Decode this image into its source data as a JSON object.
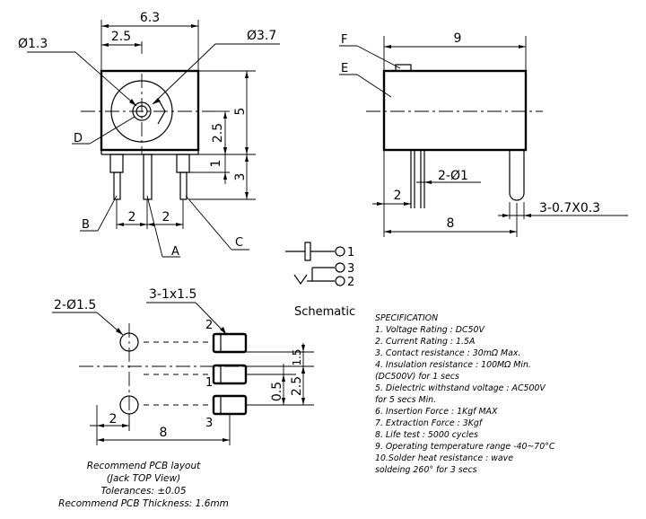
{
  "front_view": {
    "width": "6.3",
    "offset": "2.5",
    "hole_dia": "Ø1.3",
    "outer_dia": "Ø3.7",
    "height": "5",
    "pin_height": "2.5",
    "step": "1",
    "leg_length": "3",
    "pitch_left": "2",
    "pitch_right": "2",
    "label_d": "D",
    "label_b": "B",
    "label_a": "A",
    "label_c": "C"
  },
  "side_view": {
    "length": "9",
    "hole_spec": "2-Ø1",
    "offset": "2",
    "pin_spacing": "8",
    "pin_size": "3-0.7X0.3",
    "label_f": "F",
    "label_e": "E"
  },
  "schematic": {
    "title": "Schematic",
    "pin1": "1",
    "pin2": "2",
    "pin3": "3"
  },
  "pcb": {
    "hole_spec": "2-Ø1.5",
    "pad_spec": "3-1x1.5",
    "pad_label_2": "2",
    "pad_label_1": "1",
    "pad_label_3": "3",
    "dim_1_5": "1.5",
    "dim_0_5": "0.5",
    "dim_2_5": "2.5",
    "dim_2": "2",
    "dim_8": "8"
  },
  "specification": {
    "title": "SPECIFICATION",
    "items": [
      "1. Voltage  Rating : DC50V",
      "2. Current Rating : 1.5A",
      "3. Contact resistance : 30mΩ Max.",
      "4. Insulation resistance : 100MΩ Min.",
      "(DC500V) for 1 secs",
      "5. Dielectric withstand voltage : AC500V",
      "for 5 secs Min.",
      "6. Insertion Force : 1Kgf MAX",
      "7. Extraction Force : 3Kgf",
      "8. Life test : 5000 cycles",
      "9. Operating temperature range -40~70°C",
      "10.Solder heat resistance : wave",
      "soldeing 260° for 3 secs"
    ]
  },
  "notes": {
    "line1": "Recommend PCB layout",
    "line2": "(Jack TOP View)",
    "line3": "Tolerances: ±0.05",
    "line4": "Recommend PCB Thickness: 1.6mm"
  }
}
